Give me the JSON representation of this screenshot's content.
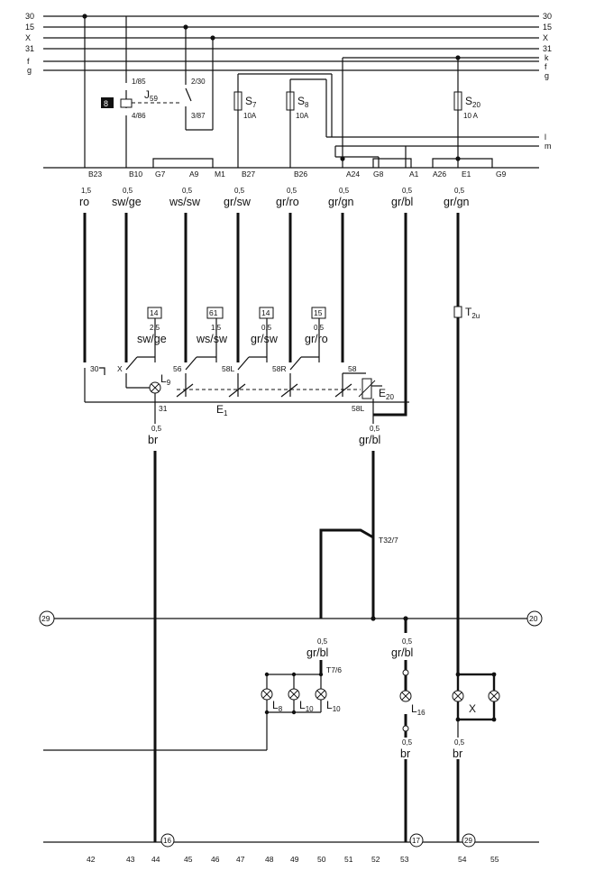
{
  "rails_left": [
    "30",
    "15",
    "X",
    "31",
    "f",
    "g"
  ],
  "rails_right": [
    "30",
    "15",
    "X",
    "31",
    "k",
    "f",
    "g"
  ],
  "lower_labels": [
    "l",
    "m"
  ],
  "relay": {
    "num": "8",
    "name": "J",
    "sub": "59",
    "t1": "1/85",
    "t2": "2/30",
    "t3": "4/86",
    "t4": "3/87"
  },
  "fuses": [
    {
      "name": "S",
      "sub": "7",
      "rating": "10A"
    },
    {
      "name": "S",
      "sub": "8",
      "rating": "10A"
    },
    {
      "name": "S",
      "sub": "20",
      "rating": "10 A"
    }
  ],
  "terminals": [
    "B23",
    "B10",
    "G7",
    "A9",
    "M1",
    "B27",
    "B26",
    "A24",
    "G8",
    "A1",
    "A26",
    "E1",
    "G9"
  ],
  "upper_wires": [
    {
      "gauge": "1,5",
      "color": "ro"
    },
    {
      "gauge": "0,5",
      "color": "sw/ge"
    },
    {
      "gauge": "0,5",
      "color": "ws/sw"
    },
    {
      "gauge": "0,5",
      "color": "gr/sw"
    },
    {
      "gauge": "0,5",
      "color": "gr/ro"
    },
    {
      "gauge": "0,5",
      "color": "gr/gn"
    },
    {
      "gauge": "0,5",
      "color": "gr/bl"
    },
    {
      "gauge": "0,5",
      "color": "gr/gn"
    }
  ],
  "switch_refs": [
    {
      "ref": "14",
      "gauge": "2,5",
      "color": "sw/ge"
    },
    {
      "ref": "61",
      "gauge": "1,5",
      "color": "ws/sw"
    },
    {
      "ref": "14",
      "gauge": "0,5",
      "color": "gr/sw"
    },
    {
      "ref": "15",
      "gauge": "0,5",
      "color": "gr/ro"
    }
  ],
  "switch_terms": [
    "30",
    "X",
    "56",
    "58L",
    "58R",
    "58",
    "31",
    "58L"
  ],
  "components": {
    "e1": {
      "name": "E",
      "sub": "1"
    },
    "e20": {
      "name": "E",
      "sub": "20"
    },
    "l9": {
      "name": "L",
      "sub": "9"
    },
    "t2u": {
      "name": "T",
      "sub": "2u"
    },
    "j32": "T32/7",
    "j7": "T7/6",
    "l8": {
      "name": "L",
      "sub": "8"
    },
    "l10a": {
      "name": "L",
      "sub": "10"
    },
    "l10b": {
      "name": "L",
      "sub": "10"
    },
    "l16": {
      "name": "L",
      "sub": "16"
    },
    "x": "X"
  },
  "mid_wires": [
    {
      "gauge": "0,5",
      "color": "br"
    },
    {
      "gauge": "0,5",
      "color": "gr/bl"
    }
  ],
  "lower_wires": [
    {
      "gauge": "0,5",
      "color": "gr/bl"
    },
    {
      "gauge": "0,5",
      "color": "gr/bl"
    }
  ],
  "bottom_wires": [
    {
      "gauge": "0,5",
      "color": "br"
    },
    {
      "gauge": "0,5",
      "color": "br"
    }
  ],
  "ground_points": [
    "29",
    "20",
    "16",
    "17",
    "29"
  ],
  "footer": [
    "42",
    "43",
    "44",
    "45",
    "46",
    "47",
    "48",
    "49",
    "50",
    "51",
    "52",
    "53",
    "54",
    "55"
  ]
}
